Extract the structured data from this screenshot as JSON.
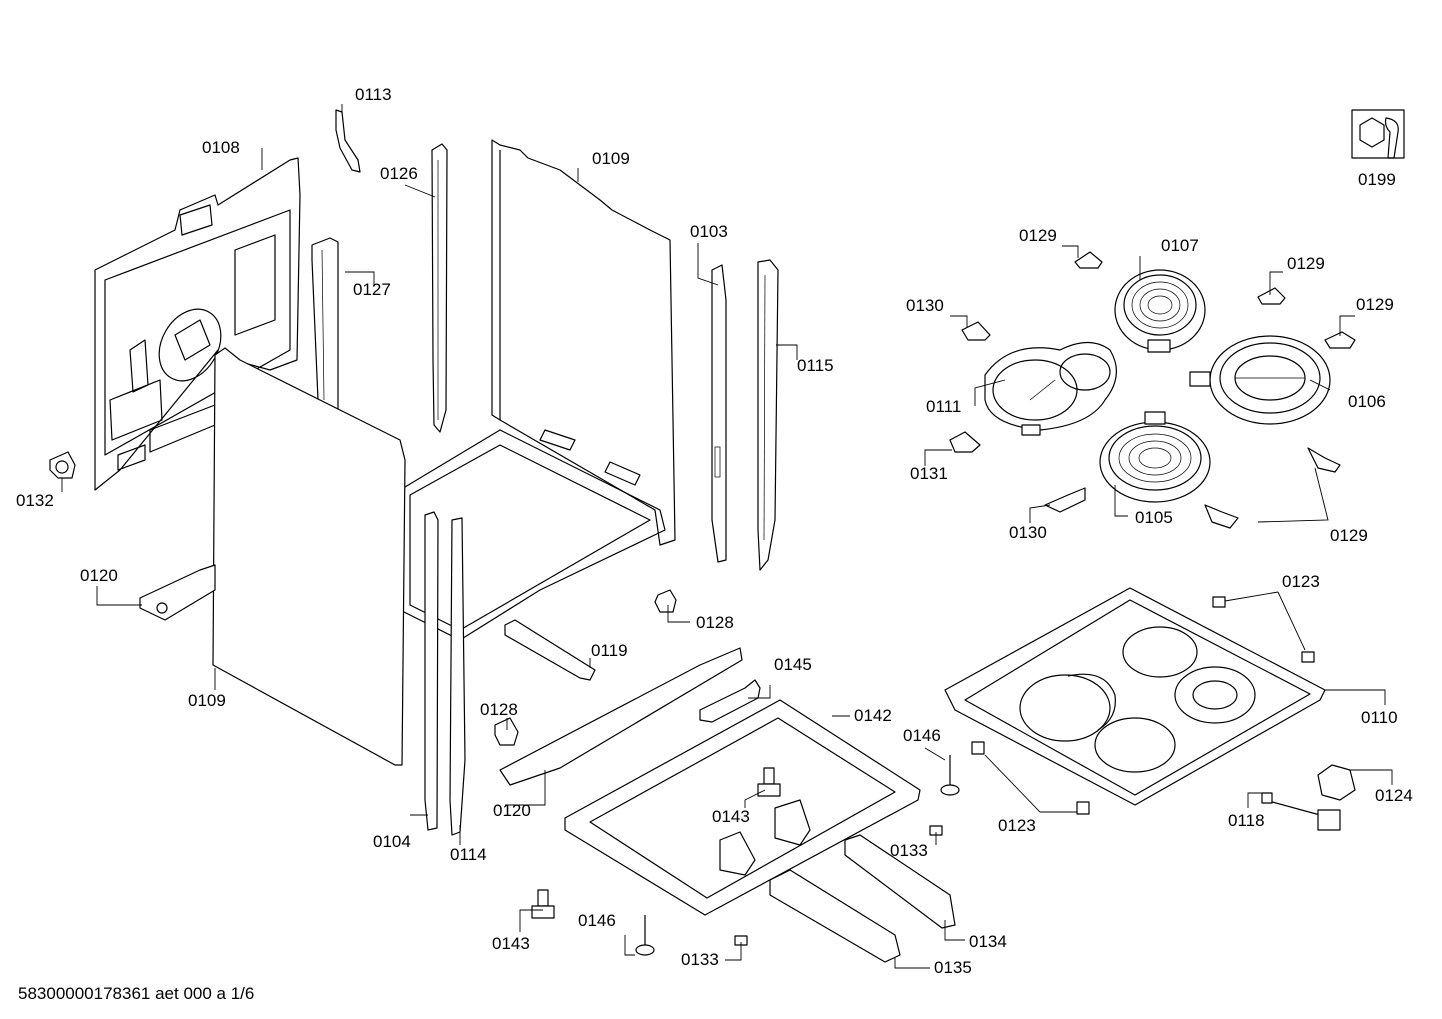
{
  "labels": {
    "l0113": "0113",
    "l0108": "0108",
    "l0126": "0126",
    "l0109a": "0109",
    "l0127": "0127",
    "l0103": "0103",
    "l0115": "0115",
    "l0132": "0132",
    "l0120a": "0120",
    "l0109b": "0109",
    "l0128a": "0128",
    "l0119": "0119",
    "l0145": "0145",
    "l0142": "0142",
    "l0128b": "0128",
    "l0120b": "0120",
    "l0143a": "0143",
    "l0146a": "0146",
    "l0133a": "0133",
    "l0104": "0104",
    "l0114": "0114",
    "l0143b": "0143",
    "l0146b": "0146",
    "l0133b": "0133",
    "l0134": "0134",
    "l0135": "0135",
    "l0199": "0199",
    "l0129a": "0129",
    "l0107": "0107",
    "l0129b": "0129",
    "l0130a": "0130",
    "l0129c": "0129",
    "l0111": "0111",
    "l0106": "0106",
    "l0131": "0131",
    "l0105": "0105",
    "l0130b": "0130",
    "l0129d": "0129",
    "l0123a": "0123",
    "l0110": "0110",
    "l0124": "0124",
    "l0118": "0118",
    "l0123b": "0123"
  },
  "footer": "58300000178361 aet 000 a 1/6",
  "icons": {
    "service_tool": "wrench-nut-icon"
  }
}
